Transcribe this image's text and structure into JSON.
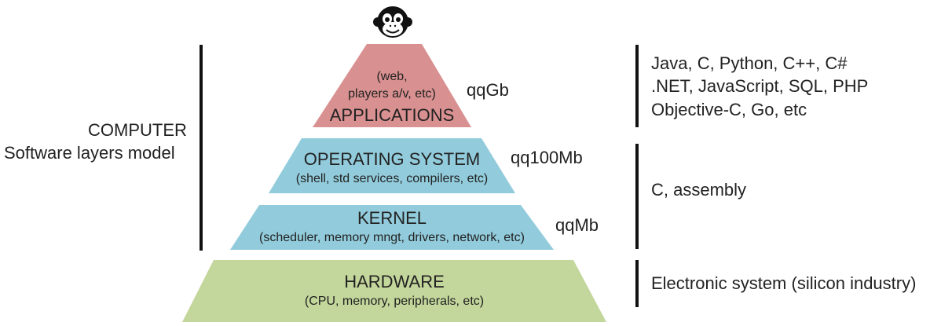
{
  "left_label": {
    "line1": "COMPUTER",
    "line2": "Software layers model"
  },
  "layers": {
    "applications": {
      "sub1": "(web,",
      "sub2": "players a/v, etc)",
      "title": "APPLICATIONS",
      "size": "qqGb",
      "color": "#d99090"
    },
    "os": {
      "title": "OPERATING SYSTEM",
      "sub": "(shell, std services, compilers, etc)",
      "size": "qq100Mb",
      "color": "#92ccdc"
    },
    "kernel": {
      "title": "KERNEL",
      "sub": "(scheduler, memory mngt, drivers, network, etc)",
      "size": "qqMb",
      "color": "#92ccdc"
    },
    "hardware": {
      "title": "HARDWARE",
      "sub": "(CPU, memory, peripherals, etc)",
      "color": "#c3d69b"
    }
  },
  "right": {
    "languages": {
      "line1": "Java, C, Python, C++, C#",
      "line2": ".NET, JavaScript, SQL, PHP",
      "line3": "Objective-C, Go, etc"
    },
    "system": "C, assembly",
    "hardware": "Electronic system (silicon industry)"
  },
  "icon": "monkey-face-icon"
}
